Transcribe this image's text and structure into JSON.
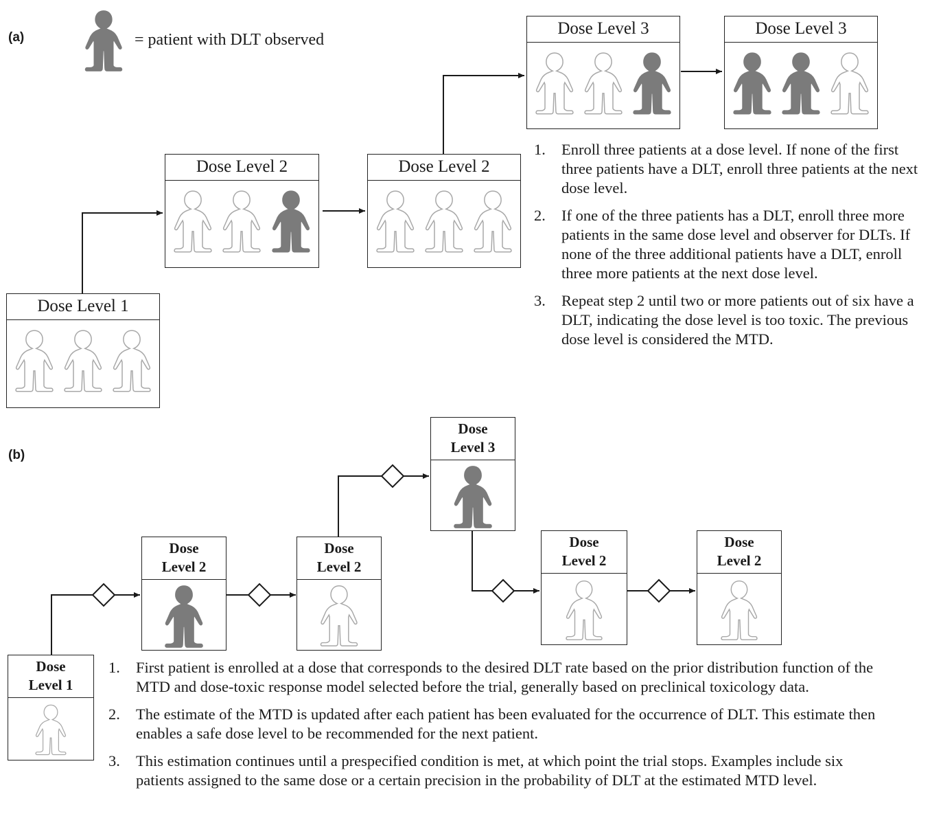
{
  "panel_a": {
    "label": "(a)",
    "legend_text": "= patient with DLT observed",
    "boxes": [
      {
        "title": "Dose Level 1",
        "patients": [
          "none",
          "none",
          "none"
        ]
      },
      {
        "title": "Dose Level 2",
        "patients": [
          "none",
          "none",
          "dlt"
        ]
      },
      {
        "title": "Dose Level 2",
        "patients": [
          "none",
          "none",
          "none"
        ]
      },
      {
        "title": "Dose Level 3",
        "patients": [
          "none",
          "none",
          "dlt"
        ]
      },
      {
        "title": "Dose Level 3",
        "patients": [
          "dlt",
          "dlt",
          "none"
        ]
      }
    ],
    "steps": [
      {
        "num": "1.",
        "text": "Enroll three patients at a dose level. If none of the first three patients have a DLT, enroll three patients at the next dose level."
      },
      {
        "num": "2.",
        "text": "If one of the three patients has a DLT, enroll three more patients in the same dose level and observer for DLTs.  If none of the three additional patients have a DLT, enroll three more patients at the next dose level."
      },
      {
        "num": "3.",
        "text": "Repeat step 2 until two or more patients out of six have a DLT, indicating the dose level is too toxic.  The previous dose level is considered the MTD."
      }
    ]
  },
  "panel_b": {
    "label": "(b)",
    "boxes": [
      {
        "title_line1": "Dose",
        "title_line2": "Level 1",
        "patient": "none"
      },
      {
        "title_line1": "Dose",
        "title_line2": "Level 2",
        "patient": "dlt"
      },
      {
        "title_line1": "Dose",
        "title_line2": "Level 2",
        "patient": "none"
      },
      {
        "title_line1": "Dose",
        "title_line2": "Level 3",
        "patient": "dlt"
      },
      {
        "title_line1": "Dose",
        "title_line2": "Level 2",
        "patient": "none"
      },
      {
        "title_line1": "Dose",
        "title_line2": "Level 2",
        "patient": "none"
      }
    ],
    "steps": [
      {
        "num": "1.",
        "text": "First patient is enrolled at a dose that corresponds to the desired DLT rate based on the prior distribution function of the MTD and dose-toxic response model selected before the trial, generally based on preclinical toxicology data."
      },
      {
        "num": "2.",
        "text": "The estimate of the MTD is updated after each patient has been evaluated for the occurrence of DLT. This estimate then enables a safe dose level to be recommended for the next patient."
      },
      {
        "num": "3.",
        "text": "This estimation continues until a prespecified condition is met, at which point the trial stops.  Examples include six patients assigned to the same dose or a certain precision in the probability of DLT at the estimated MTD level."
      }
    ]
  },
  "colors": {
    "dlt_fill": "#7b7b7b",
    "outline_stroke": "#a8a8a8",
    "line": "#1a1a1a"
  }
}
